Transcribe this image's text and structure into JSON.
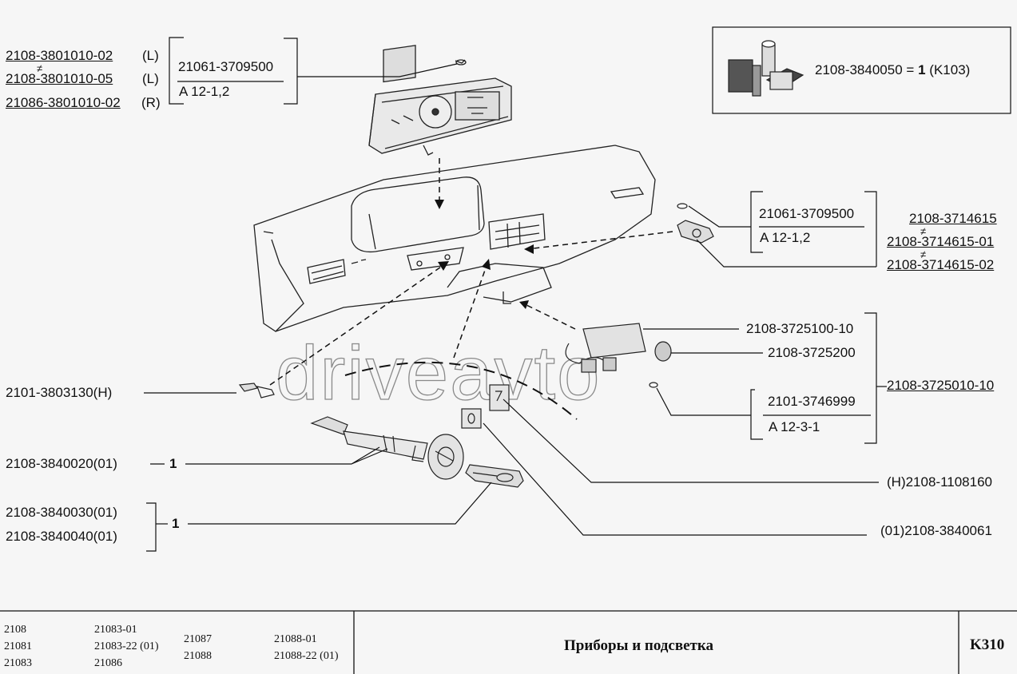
{
  "labels": {
    "cluster_l1": "2108-3801010-02",
    "cluster_l1_suffix": "(L)",
    "cluster_l2": "2108-3801010-05",
    "cluster_l2_suffix": "(L)",
    "cluster_r": "21086-3801010-02",
    "cluster_r_suffix": "(R)",
    "bulb_top": "21061-3709500",
    "bulb_top_spec": "A 12-1,2",
    "kit_number": "2108-3840050",
    "kit_eq": "=",
    "kit_qty": "1",
    "kit_code": "(K103)",
    "bulb_right": "21061-3709500",
    "bulb_right_spec": "A 12-1,2",
    "switch_1": "2108-3714615",
    "switch_2": "2108-3714615-01",
    "switch_3": "2108-3714615-02",
    "lighter_1": "2108-3725100-10",
    "lighter_2": "2108-3725200",
    "lighter_assy": "2108-3725010-10",
    "lighter_bulb": "2101-3746999",
    "lighter_bulb_spec": "A 12-3-1",
    "sensor": "2101-3803130(H)",
    "ignition": "2108-3840020(01)",
    "ignition_qty": "1",
    "key_1": "2108-3840030(01)",
    "key_2": "2108-3840040(01)",
    "key_qty": "1",
    "plate_1": "(H)2108-1108160",
    "plate_2": "(01)2108-3840061",
    "noteq": "≠"
  },
  "watermark": "driveavto",
  "footer": {
    "models": [
      [
        "2108",
        "21081",
        "21083"
      ],
      [
        "21083-01",
        "21083-22 (01)",
        "21086"
      ],
      [
        "21087",
        "21088"
      ],
      [
        "21088-01",
        "21088-22 (01)"
      ]
    ],
    "title": "Приборы и подсветка",
    "code": "K310"
  },
  "colors": {
    "background": "#f6f6f6",
    "ink": "#111111",
    "watermark": "#8a8a8a"
  }
}
